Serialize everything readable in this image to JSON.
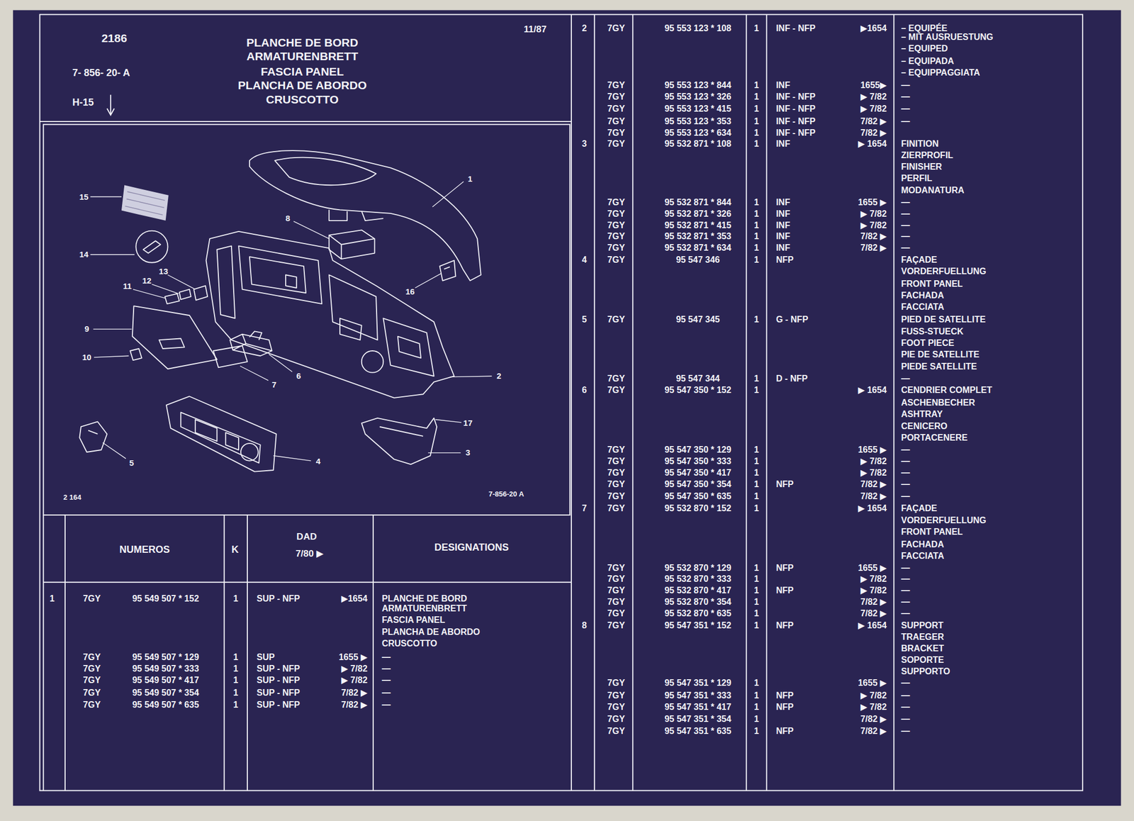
{
  "diagram": {
    "labels": [
      "2186",
      "7- 856- 20- A",
      "H-15",
      "11/87",
      "PLANCHE DE BORD",
      "ARMATURENBRETT",
      "FASCIA PANEL",
      "PLANCHA DE ABORDO",
      "CRUSCOTTO",
      "1",
      "2",
      "3",
      "4",
      "5",
      "6",
      "7",
      "8",
      "9",
      "10",
      "11",
      "12",
      "13",
      "14",
      "15",
      "16",
      "17",
      "2 164",
      "7-856-20 A",
      "NUMEROS",
      "K",
      "DAD",
      "7/80 ▶",
      "DESIGNATIONS",
      "1",
      "7GY",
      "95 549 507 * 152",
      "1",
      "SUP - NFP",
      "▶1654",
      "PLANCHE DE BORD",
      "ARMATURENBRETT",
      "FASCIA PANEL",
      "PLANCHA DE ABORDO",
      "CRUSCOTTO",
      "7GY",
      "95 549 507 * 129",
      "1",
      "SUP",
      "1655 ▶",
      "—",
      "7GY",
      "95 549 507 * 333",
      "1",
      "SUP - NFP",
      "▶ 7/82",
      "—",
      "7GY",
      "95 549 507 * 417",
      "1",
      "SUP - NFP",
      "▶ 7/82",
      "—",
      "7GY",
      "95 549 507 * 354",
      "1",
      "SUP - NFP",
      "7/82 ▶",
      "—",
      "7GY",
      "95 549 507 * 635",
      "1",
      "SUP - NFP",
      "7/82 ▶",
      "—",
      "2",
      "7GY",
      "95 553 123 * 108",
      "1",
      "INF - NFP",
      "▶1654",
      "– EQUIPÉE",
      "– MIT AUSRUESTUNG",
      "– EQUIPED",
      "– EQUIPADA",
      "– EQUIPPAGGIATA",
      "7GY",
      "95 553 123 * 844",
      "1",
      "INF",
      "1655▶",
      "—",
      "7GY",
      "95 553 123 * 326",
      "1",
      "INF - NFP",
      "▶ 7/82",
      "—",
      "7GY",
      "95 553 123 * 415",
      "1",
      "INF - NFP",
      "▶ 7/82",
      "—",
      "7GY",
      "95 553 123 * 353",
      "1",
      "INF - NFP",
      "7/82 ▶",
      "—",
      "7GY",
      "95 553 123 * 634",
      "1",
      "INF - NFP",
      "7/82 ▶",
      "3",
      "7GY",
      "95 532 871 * 108",
      "1",
      "INF",
      "▶ 1654",
      "FINITION",
      "ZIERPROFIL",
      "FINISHER",
      "PERFIL",
      "MODANATURA",
      "7GY",
      "95 532 871 * 844",
      "1",
      "INF",
      "1655 ▶",
      "—",
      "7GY",
      "95 532 871 * 326",
      "1",
      "INF",
      "▶ 7/82",
      "—",
      "7GY",
      "95 532 871 * 415",
      "1",
      "INF",
      "▶ 7/82",
      "—",
      "7GY",
      "95 532 871 * 353",
      "1",
      "INF",
      "7/82 ▶",
      "—",
      "7GY",
      "95 532 871 * 634",
      "1",
      "INF",
      "7/82 ▶",
      "—",
      "4",
      "7GY",
      "95 547 346",
      "1",
      "NFP",
      "FAÇADE",
      "VORDERFUELLUNG",
      "FRONT PANEL",
      "FACHADA",
      "FACCIATA",
      "5",
      "7GY",
      "95 547 345",
      "1",
      "G - NFP",
      "PIED DE SATELLITE",
      "FUSS-STUECK",
      "FOOT PIECE",
      "PIE DE SATELLITE",
      "PIEDE SATELLITE",
      "7GY",
      "95 547 344",
      "1",
      "D - NFP",
      "—",
      "6",
      "7GY",
      "95 547 350 * 152",
      "1",
      "▶ 1654",
      "CENDRIER COMPLET",
      "ASCHENBECHER",
      "ASHTRAY",
      "CENICERO",
      "PORTACENERE",
      "7GY",
      "95 547 350 * 129",
      "1",
      "1655 ▶",
      "—",
      "7GY",
      "95 547 350 * 333",
      "1",
      "▶ 7/82",
      "—",
      "7GY",
      "95 547 350 * 417",
      "1",
      "▶ 7/82",
      "—",
      "7GY",
      "95 547 350 * 354",
      "1",
      "NFP",
      "7/82 ▶",
      "—",
      "7GY",
      "95 547 350 * 635",
      "1",
      "7/82 ▶",
      "—",
      "7",
      "7GY",
      "95 532 870 * 152",
      "1",
      "▶ 1654",
      "FAÇADE",
      "VORDERFUELLUNG",
      "FRONT PANEL",
      "FACHADA",
      "FACCIATA",
      "7GY",
      "95 532 870 * 129",
      "1",
      "NFP",
      "1655 ▶",
      "—",
      "7GY",
      "95 532 870 * 333",
      "1",
      "▶ 7/82",
      "—",
      "7GY",
      "95 532 870 * 417",
      "1",
      "NFP",
      "▶ 7/82",
      "—",
      "7GY",
      "95 532 870 * 354",
      "1",
      "7/82 ▶",
      "—",
      "7GY",
      "95 532 870 * 635",
      "1",
      "7/82 ▶",
      "—",
      "8",
      "7GY",
      "95 547 351 * 152",
      "1",
      "NFP",
      "▶ 1654",
      "SUPPORT",
      "TRAEGER",
      "BRACKET",
      "SOPORTE",
      "SUPPORTO",
      "7GY",
      "95 547 351 * 129",
      "1",
      "1655 ▶",
      "—",
      "7GY",
      "95 547 351 * 333",
      "1",
      "NFP",
      "▶ 7/82",
      "—",
      "7GY",
      "95 547 351 * 417",
      "1",
      "NFP",
      "▶ 7/82",
      "—",
      "7GY",
      "95 547 351 * 354",
      "1",
      "7/82 ▶",
      "—",
      "7GY",
      "95 547 351 * 635",
      "1",
      "NFP",
      "7/82 ▶",
      "—"
    ]
  }
}
